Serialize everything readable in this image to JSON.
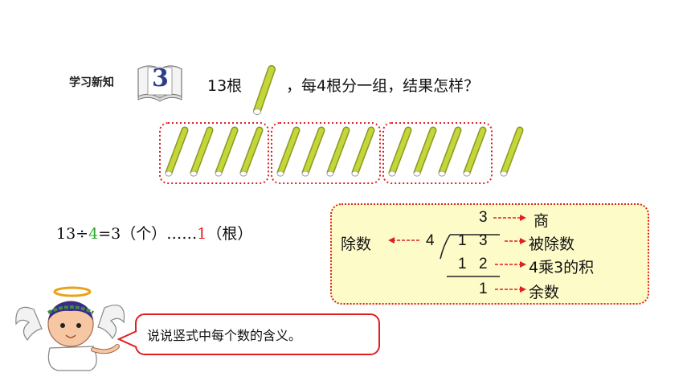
{
  "header": {
    "section_label": "学习新知",
    "problem_number": "3",
    "question_prefix": "13根",
    "question_suffix": "，每4根分一组，结果怎样？"
  },
  "equation": {
    "dividend_op": "13÷",
    "divisor": "4",
    "equals_quotient": "=3（个）……",
    "remainder": "1",
    "unit": "（根）"
  },
  "long_division": {
    "quotient": "3",
    "divisor": "4",
    "dividend_1": "1",
    "dividend_2": "3",
    "product_1": "1",
    "product_2": "2",
    "remainder": "1",
    "labels": {
      "quotient": "商",
      "divisor": "除数",
      "dividend": "被除数",
      "product": "4乘3的积",
      "remainder": "余数"
    }
  },
  "speech_bubble": {
    "text": "说说竖式中每个数的含义。"
  },
  "sticks": {
    "total": 13,
    "group_size": 4,
    "stick_color": "#c5d63a",
    "group_border_color": "#e02020"
  }
}
